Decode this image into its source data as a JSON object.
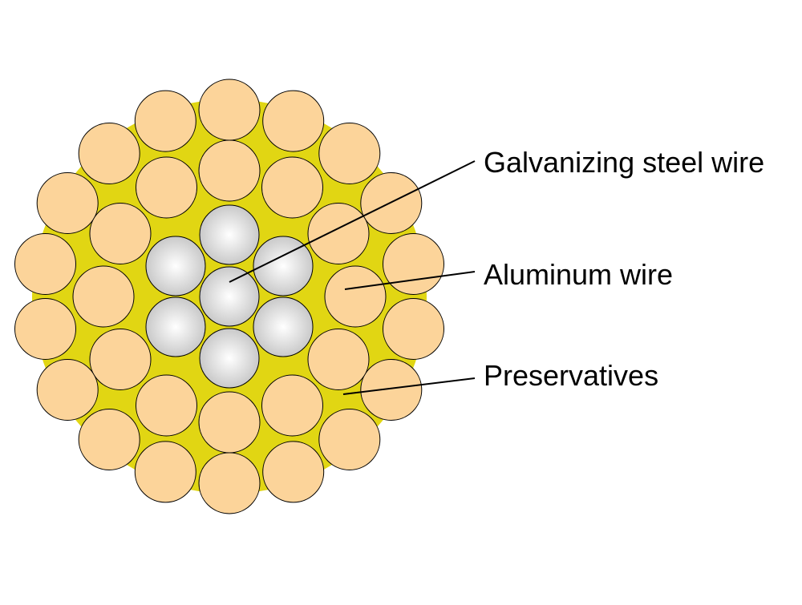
{
  "colors": {
    "background": "#ffffff",
    "preservative_fill": "#e1d613",
    "aluminum_fill": "#fcd49a",
    "steel_highlight": "#ffffff",
    "steel_shadow": "#c9c9c9",
    "outline": "#000000"
  },
  "labels": {
    "steel": "Galvanizing steel wire",
    "aluminum": "Aluminum wire",
    "preservatives": "Preservatives"
  },
  "structure": {
    "steel_wire_count": 7,
    "aluminum_inner_layer_count": 12,
    "aluminum_outer_layer_count": 18
  }
}
